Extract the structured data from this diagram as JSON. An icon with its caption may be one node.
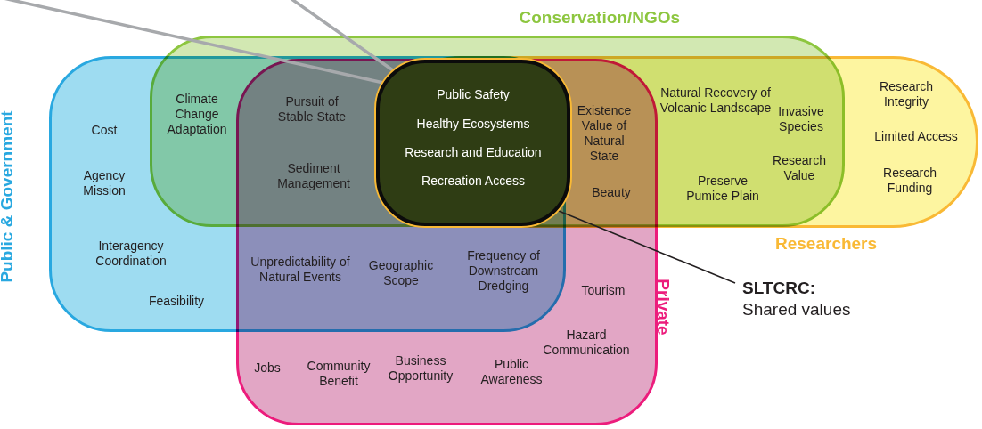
{
  "diagram": {
    "nodes": [
      {
        "text": [
          "Public & Government"
        ]
      },
      {
        "text": [
          "Conservation/NGOs"
        ]
      },
      {
        "text": [
          "Private"
        ]
      },
      {
        "text": [
          "Researchers"
        ]
      },
      {
        "text": [
          "Public Safety",
          "Healthy Ecosystems",
          "Research and Education",
          "Recreation Access"
        ]
      },
      {
        "text": [
          "SLTCRC:",
          "Shared values"
        ]
      }
    ],
    "edges": [
      {
        "from": 5,
        "to": 4,
        "arrow": "none"
      }
    ],
    "labels": [
      "Research Integrity",
      "Natural Recovery of Volcanic Landscape",
      "Pursuit of Stable State",
      "Climate Change Adaptation",
      "Invasive Species",
      "Cost",
      "Existence Value of Natural State",
      "Limited Access",
      "Research Value",
      "Sediment Management",
      "Agency Mission",
      "Preserve Pumice Plain",
      "Research Funding",
      "Beauty",
      "Interagency Coordination",
      "Unpredictability of Natural Events",
      "Geographic Scope",
      "Frequency of Downstream Dredging",
      "Tourism",
      "Feasibility",
      "Hazard Communication",
      "Jobs",
      "Business Opportunity",
      "Community Benefit",
      "Public Awareness"
    ]
  }
}
